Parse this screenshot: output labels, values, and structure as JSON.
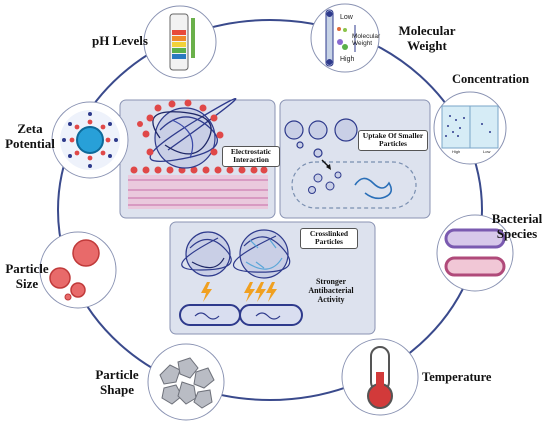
{
  "factors": {
    "ph_levels": "pH Levels",
    "molecular_weight": "Molecular Weight",
    "concentration": "Concentration",
    "bacterial_species": "Bacterial Species",
    "temperature": "Temperature",
    "particle_shape": "Particle Shape",
    "particle_size": "Particle Size",
    "zeta_potential": "Zeta Potential"
  },
  "mw_icon": {
    "low": "Low",
    "mid": "Molecular Weight",
    "high": "High"
  },
  "conc_icon": {
    "high": "High",
    "low": "Low"
  },
  "panels": {
    "electrostatic": "Electrostatic Interaction",
    "uptake": "Uptake Of Smaller Particles",
    "crosslinked": "Crosslinked Particles",
    "stronger": "Stronger Antibacterial Activity"
  },
  "colors": {
    "ring": "#3a4a8c",
    "panel_bg": "#dde2ee",
    "panel_border": "#8a93b3",
    "chitosan": "#2e3a8c",
    "positive": "#e04848",
    "bolt": "#f0a020"
  }
}
